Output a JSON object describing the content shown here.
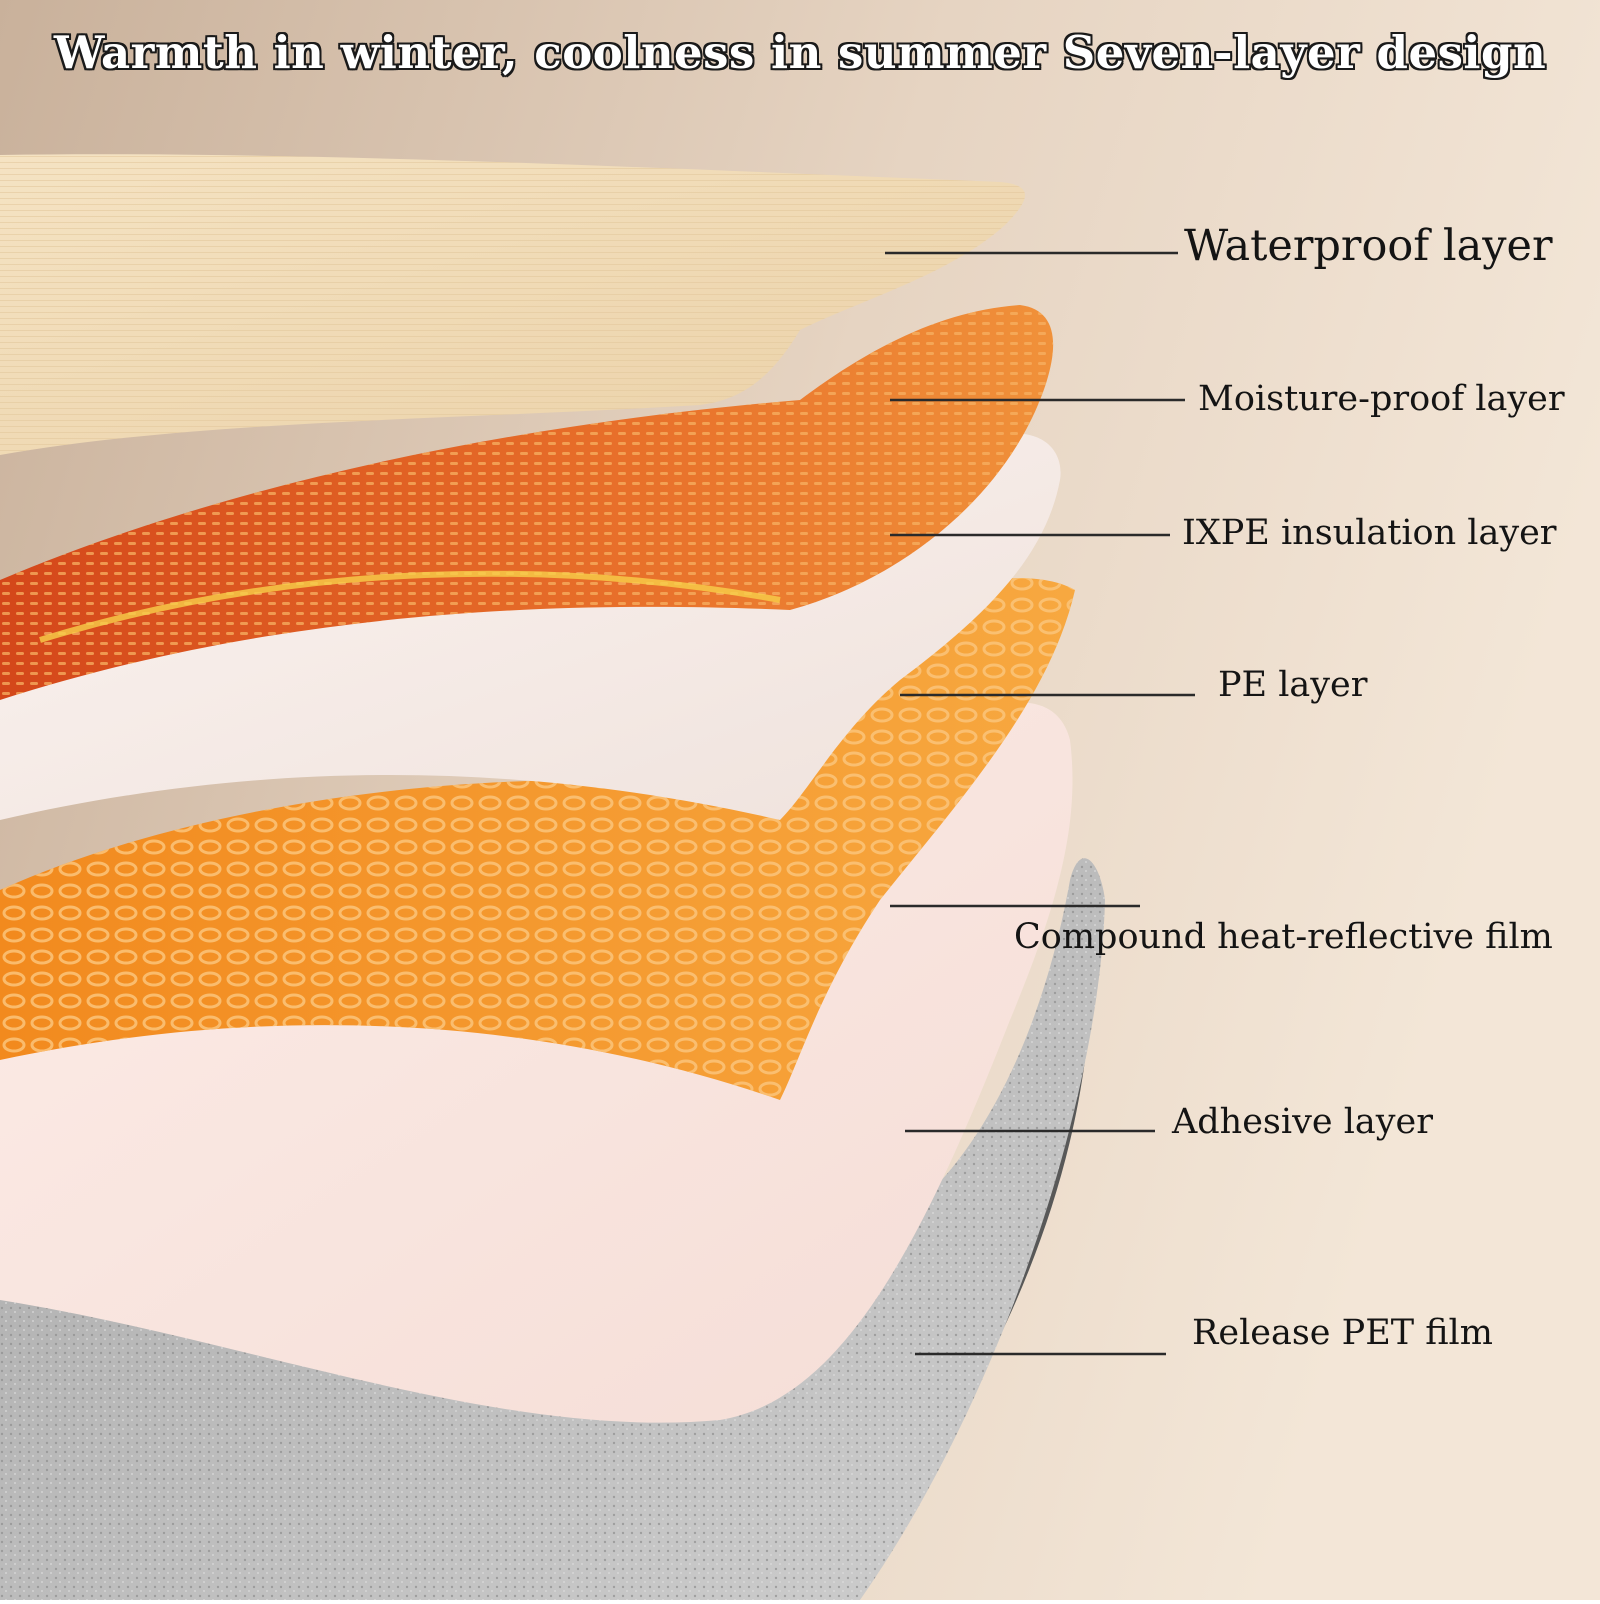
{
  "headline": "Warmth in winter, coolness in summer Seven-layer design",
  "layers": [
    {
      "label": "Waterproof layer",
      "color": "#f2dcb6"
    },
    {
      "label": "Moisture-proof layer",
      "color": "#e0661e"
    },
    {
      "label": "IXPE insulation layer",
      "color": "#f6ece8"
    },
    {
      "label": "PE layer",
      "color": "#f59a2a"
    },
    {
      "label": "Compound heat-reflective film",
      "color": "#fbe6e1"
    },
    {
      "label": "Adhesive layer",
      "color": "#b8b8b8"
    },
    {
      "label": "Release PET film",
      "color": "#5c5c5c"
    }
  ],
  "colors": {
    "background_start": "#cfb8a2",
    "background_end": "#f2e4d4",
    "leader_line": "#2a2a2a"
  }
}
